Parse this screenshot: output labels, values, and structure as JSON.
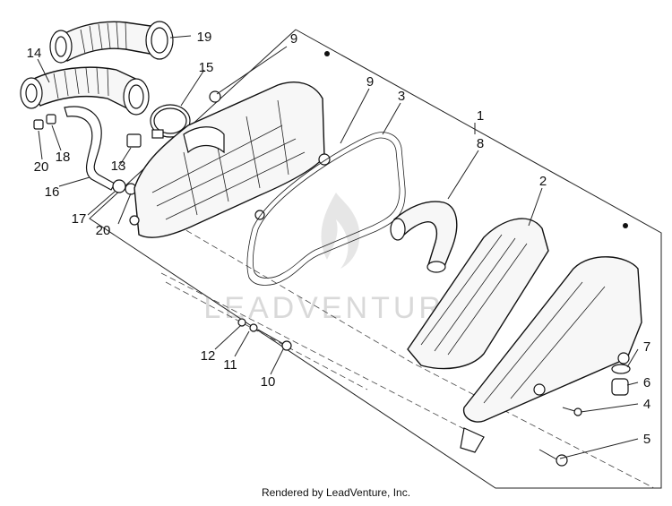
{
  "footer": {
    "text": "Rendered by LeadVenture, Inc."
  },
  "watermark": {
    "text": "LEADVENTURE"
  },
  "callouts": [
    {
      "id": "c1",
      "label": "1"
    },
    {
      "id": "c2",
      "label": "2"
    },
    {
      "id": "c3",
      "label": "3"
    },
    {
      "id": "c4",
      "label": "4"
    },
    {
      "id": "c5",
      "label": "5"
    },
    {
      "id": "c6",
      "label": "6"
    },
    {
      "id": "c7",
      "label": "7"
    },
    {
      "id": "c8",
      "label": "8"
    },
    {
      "id": "c9a",
      "label": "9"
    },
    {
      "id": "c9b",
      "label": "9"
    },
    {
      "id": "c10",
      "label": "10"
    },
    {
      "id": "c11",
      "label": "11"
    },
    {
      "id": "c12",
      "label": "12"
    },
    {
      "id": "c13",
      "label": "13"
    },
    {
      "id": "c14",
      "label": "14"
    },
    {
      "id": "c15",
      "label": "15"
    },
    {
      "id": "c16",
      "label": "16"
    },
    {
      "id": "c17",
      "label": "17"
    },
    {
      "id": "c18",
      "label": "18"
    },
    {
      "id": "c19",
      "label": "19"
    },
    {
      "id": "c20a",
      "label": "20"
    },
    {
      "id": "c20b",
      "label": "20"
    }
  ]
}
